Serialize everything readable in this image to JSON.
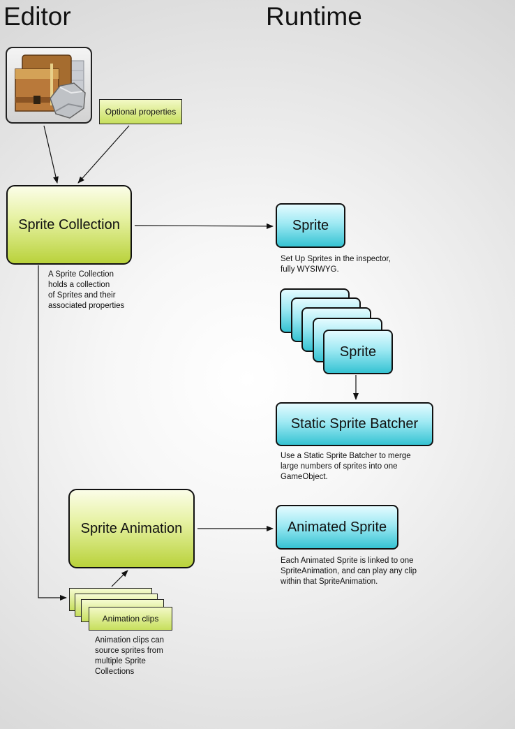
{
  "columns": {
    "editor": "Editor",
    "runtime": "Runtime"
  },
  "editor": {
    "optional_properties": "Optional properties",
    "sprite_collection": "Sprite Collection",
    "sprite_collection_note": "A Sprite Collection\nholds a collection\nof Sprites and their\nassociated properties",
    "sprite_animation": "Sprite Animation",
    "animation_clips": "Animation clips",
    "animation_clips_note": "Animation clips can\nsource sprites from\nmultiple Sprite\nCollections"
  },
  "runtime": {
    "sprite": "Sprite",
    "sprite_note": "Set Up Sprites in the inspector,\nfully WYSIWYG.",
    "sprite_stack_label": "Sprite",
    "static_batcher": "Static Sprite Batcher",
    "static_batcher_note": "Use a Static Sprite Batcher to merge\nlarge numbers of sprites into one\nGameObject.",
    "animated_sprite": "Animated Sprite",
    "animated_sprite_note": "Each Animated Sprite is linked to one\nSpriteAnimation, and can play any clip\nwithin that SpriteAnimation."
  },
  "colors": {
    "editor_green": "#b9d23b",
    "runtime_cyan": "#36c3d3",
    "border": "#111111"
  },
  "icons": [
    "arrow-icon",
    "sprite-collection-thumbnail"
  ]
}
